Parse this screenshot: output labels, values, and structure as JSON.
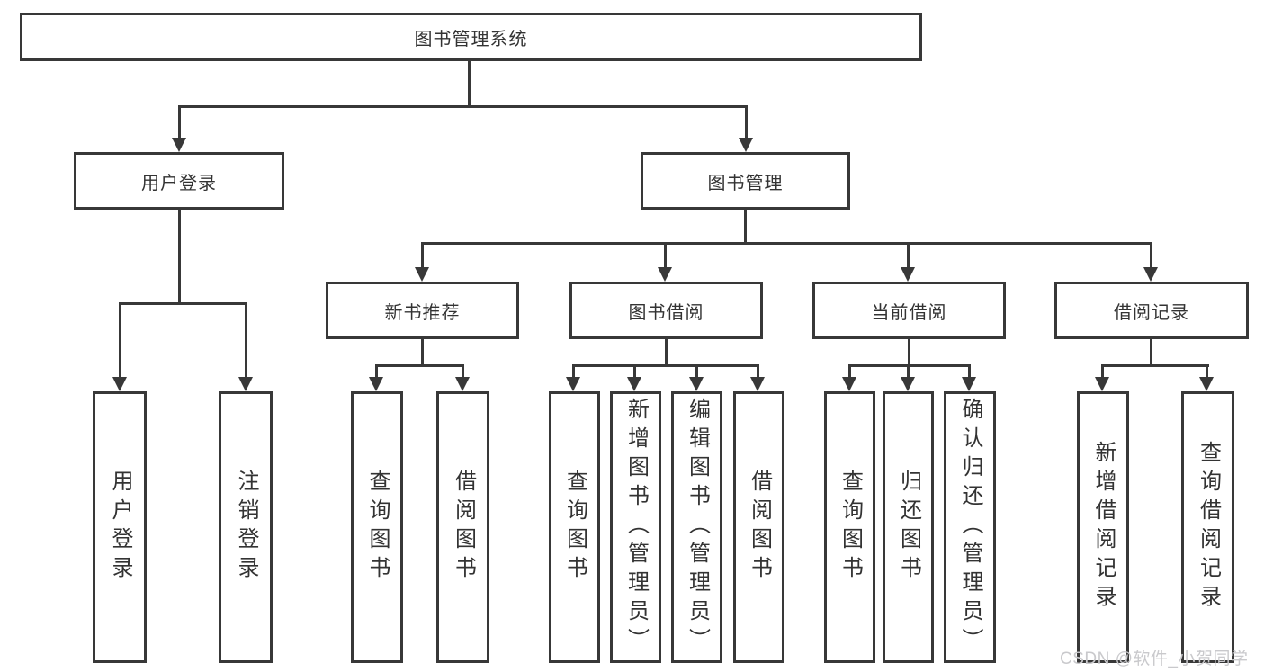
{
  "tree": {
    "root": {
      "label": "图书管理系统"
    },
    "branches": [
      {
        "label": "用户登录",
        "children": [
          {
            "label": "用户登录"
          },
          {
            "label": "注销登录"
          }
        ]
      },
      {
        "label": "图书管理",
        "children": [
          {
            "label": "新书推荐",
            "children": [
              {
                "label": "查询图书"
              },
              {
                "label": "借阅图书"
              }
            ]
          },
          {
            "label": "图书借阅",
            "children": [
              {
                "label": "查询图书"
              },
              {
                "label": "新增图书（管理员）"
              },
              {
                "label": "编辑图书（管理员）"
              },
              {
                "label": "借阅图书"
              }
            ]
          },
          {
            "label": "当前借阅",
            "children": [
              {
                "label": "查询图书"
              },
              {
                "label": "归还图书"
              },
              {
                "label": "确认归还（管理员）"
              }
            ]
          },
          {
            "label": "借阅记录",
            "children": [
              {
                "label": "新增借阅记录"
              },
              {
                "label": "查询借阅记录"
              }
            ]
          }
        ]
      }
    ]
  },
  "watermark": {
    "text": "CSDN @软件_小贺同学"
  },
  "colors": {
    "line": "#383838",
    "text": "#333333",
    "watermark": "#c9c9cc",
    "background": "#ffffff"
  }
}
